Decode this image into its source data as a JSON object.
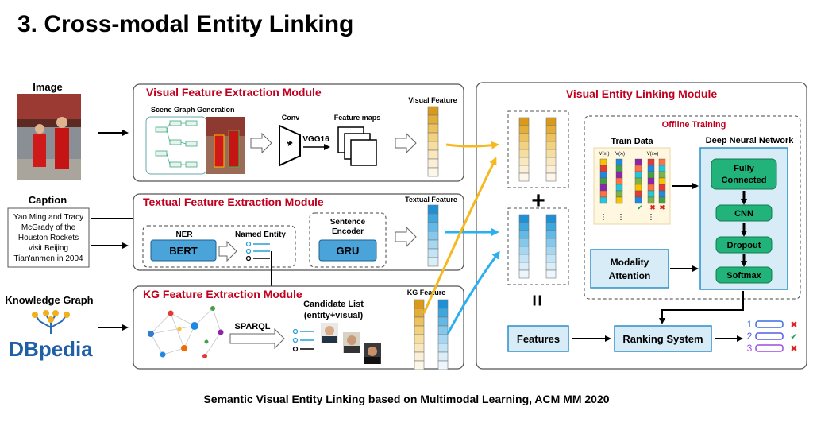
{
  "title": "3. Cross-modal Entity Linking",
  "footer": "Semantic Visual Entity Linking based on Multimodal Learning, ACM MM 2020",
  "inputs": {
    "image_label": "Image",
    "caption_label": "Caption",
    "caption_text": [
      "Yao Ming and Tracy",
      "McGrady of the",
      "Houston Rockets",
      "visit Beijing",
      "Tian'anmen in 2004"
    ],
    "kg_label": "Knowledge Graph",
    "kg_logo": "DBpedia"
  },
  "visual_module": {
    "title": "Visual Feature Extraction Module",
    "scene_graph": "Scene Graph Generation",
    "conv": "Conv",
    "vgg": "VGG16",
    "feature_maps": "Feature maps",
    "output": "Visual Feature"
  },
  "textual_module": {
    "title": "Textual Feature Extraction Module",
    "ner": "NER",
    "bert": "BERT",
    "named_entity": "Named Entity",
    "sentence_encoder": [
      "Sentence",
      "Encoder"
    ],
    "gru": "GRU",
    "output": "Textual Feature"
  },
  "kg_module": {
    "title": "KG Feature Extraction Module",
    "sparql": "SPARQL",
    "candidate_list": [
      "Candidate List",
      "(entity+visual)"
    ],
    "output": "KG Feature"
  },
  "linking_module": {
    "title": "Visual Entity Linking Module",
    "offline_training": "Offline Training",
    "train_data": "Train Data",
    "dnn": "Deep Neural Network",
    "layers": [
      "Fully",
      "Connected",
      "CNN",
      "Dropout",
      "Softmax"
    ],
    "modality_attention": [
      "Modality",
      "Attention"
    ],
    "features": "Features",
    "ranking_system": "Ranking System",
    "ranks": [
      "1",
      "2",
      "3"
    ],
    "train_cols": [
      "V(x₁)",
      "V(xᵢ)",
      "V(xₘ)"
    ],
    "plus": "+",
    "equals": "="
  },
  "colors": {
    "module_title": "#c0001e",
    "yellow_arrow": "#f5b81e",
    "blue_arrow": "#2ab0f0",
    "light_blue_box": "#d8ecf7",
    "green_layer": "#22b37a",
    "orange_feature": "#d99a1c",
    "blue_feature": "#3ea7de"
  }
}
